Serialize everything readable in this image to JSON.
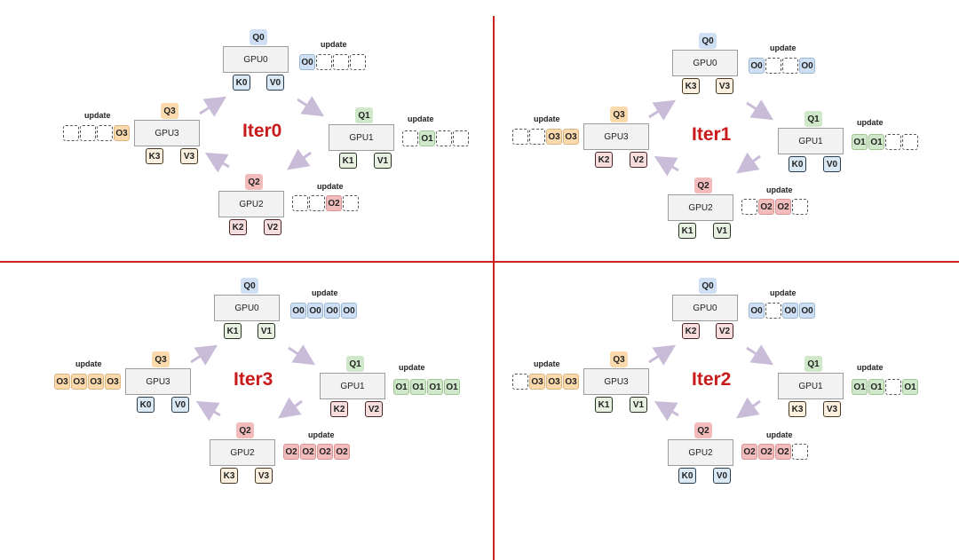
{
  "iterations": [
    {
      "title": "Iter0",
      "gpus": [
        {
          "name": "GPU0",
          "q": "Q0",
          "k": "K0",
          "v": "V0",
          "update": "update",
          "out": [
            "O0",
            "",
            "",
            ""
          ],
          "outColor": "0"
        },
        {
          "name": "GPU1",
          "q": "Q1",
          "k": "K1",
          "v": "V1",
          "update": "update",
          "out": [
            "",
            "O1",
            "",
            ""
          ],
          "outColor": "1"
        },
        {
          "name": "GPU2",
          "q": "Q2",
          "k": "K2",
          "v": "V2",
          "update": "update",
          "out": [
            "",
            "",
            "O2",
            ""
          ],
          "outColor": "2"
        },
        {
          "name": "GPU3",
          "q": "Q3",
          "k": "K3",
          "v": "V3",
          "update": "update",
          "out": [
            "",
            "",
            "",
            "O3"
          ],
          "outColor": "3"
        }
      ]
    },
    {
      "title": "Iter1",
      "gpus": [
        {
          "name": "GPU0",
          "q": "Q0",
          "k": "K3",
          "v": "V3",
          "update": "update",
          "out": [
            "O0",
            "",
            "",
            "O0"
          ],
          "outColor": "0"
        },
        {
          "name": "GPU1",
          "q": "Q1",
          "k": "K0",
          "v": "V0",
          "update": "update",
          "out": [
            "O1",
            "O1",
            "",
            ""
          ],
          "outColor": "1"
        },
        {
          "name": "GPU2",
          "q": "Q2",
          "k": "K1",
          "v": "V1",
          "update": "update",
          "out": [
            "",
            "O2",
            "O2",
            ""
          ],
          "outColor": "2"
        },
        {
          "name": "GPU3",
          "q": "Q3",
          "k": "K2",
          "v": "V2",
          "update": "update",
          "out": [
            "",
            "",
            "O3",
            "O3"
          ],
          "outColor": "3"
        }
      ]
    },
    {
      "title": "Iter3",
      "gpus": [
        {
          "name": "GPU0",
          "q": "Q0",
          "k": "K1",
          "v": "V1",
          "update": "update",
          "out": [
            "O0",
            "O0",
            "O0",
            "O0"
          ],
          "outColor": "0"
        },
        {
          "name": "GPU1",
          "q": "Q1",
          "k": "K2",
          "v": "V2",
          "update": "update",
          "out": [
            "O1",
            "O1",
            "O1",
            "O1"
          ],
          "outColor": "1"
        },
        {
          "name": "GPU2",
          "q": "Q2",
          "k": "K3",
          "v": "V3",
          "update": "update",
          "out": [
            "O2",
            "O2",
            "O2",
            "O2"
          ],
          "outColor": "2"
        },
        {
          "name": "GPU3",
          "q": "Q3",
          "k": "K0",
          "v": "V0",
          "update": "update",
          "out": [
            "O3",
            "O3",
            "O3",
            "O3"
          ],
          "outColor": "3"
        }
      ]
    },
    {
      "title": "Iter2",
      "gpus": [
        {
          "name": "GPU0",
          "q": "Q0",
          "k": "K2",
          "v": "V2",
          "update": "update",
          "out": [
            "O0",
            "",
            "O0",
            "O0"
          ],
          "outColor": "0"
        },
        {
          "name": "GPU1",
          "q": "Q1",
          "k": "K3",
          "v": "V3",
          "update": "update",
          "out": [
            "O1",
            "O1",
            "",
            "O1"
          ],
          "outColor": "1"
        },
        {
          "name": "GPU2",
          "q": "Q2",
          "k": "K0",
          "v": "V0",
          "update": "update",
          "out": [
            "O2",
            "O2",
            "O2",
            ""
          ],
          "outColor": "2"
        },
        {
          "name": "GPU3",
          "q": "Q3",
          "k": "K1",
          "v": "V1",
          "update": "update",
          "out": [
            "",
            "O3",
            "O3",
            "O3"
          ],
          "outColor": "3"
        }
      ]
    }
  ],
  "colors": {
    "divider": "#cc1f1f",
    "title": "#c81a1a",
    "arrow": "#c9bcd8"
  }
}
